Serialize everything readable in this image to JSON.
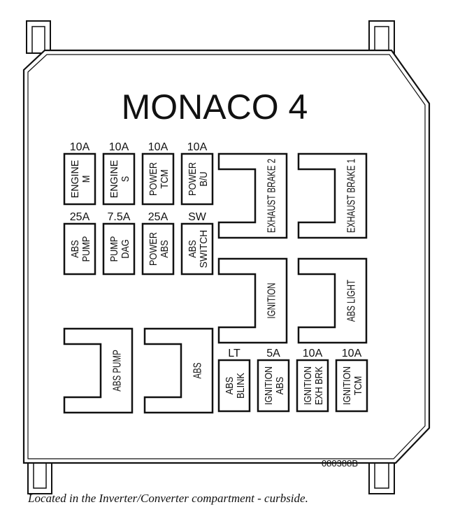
{
  "title": "MONACO 4",
  "part_number": "080388B",
  "caption": "Located in the Inverter/Converter compartment - curbside.",
  "fuses_top": [
    {
      "rating": "10A",
      "lines": [
        "ENGINE",
        "M"
      ]
    },
    {
      "rating": "10A",
      "lines": [
        "ENGINE",
        "S"
      ]
    },
    {
      "rating": "10A",
      "lines": [
        "POWER",
        "TCM"
      ]
    },
    {
      "rating": "10A",
      "lines": [
        "POWER",
        "B/U"
      ]
    }
  ],
  "fuses_middle": [
    {
      "rating": "25A",
      "lines": [
        "ABS",
        "PUMP"
      ]
    },
    {
      "rating": "7.5A",
      "lines": [
        "PUMP",
        "DAG"
      ]
    },
    {
      "rating": "25A",
      "lines": [
        "POWER",
        "ABS"
      ]
    },
    {
      "rating": "SW",
      "lines": [
        "ABS",
        "SWITCH"
      ]
    }
  ],
  "fuses_bottom": [
    {
      "rating": "LT",
      "lines": [
        "ABS",
        "BLINK"
      ]
    },
    {
      "rating": "5A",
      "lines": [
        "IGNITION",
        "ABS"
      ]
    },
    {
      "rating": "10A",
      "lines": [
        "IGNITION",
        "EXH BRK"
      ]
    },
    {
      "rating": "10A",
      "lines": [
        "IGNITION",
        "TCM"
      ]
    }
  ],
  "relays": [
    {
      "label": "EXHAUST BRAKE 2"
    },
    {
      "label": "EXHAUST BRAKE 1"
    },
    {
      "label": "IGNITION"
    },
    {
      "label": "ABS LIGHT"
    },
    {
      "label": "ABS PUMP"
    },
    {
      "label": "ABS"
    }
  ]
}
